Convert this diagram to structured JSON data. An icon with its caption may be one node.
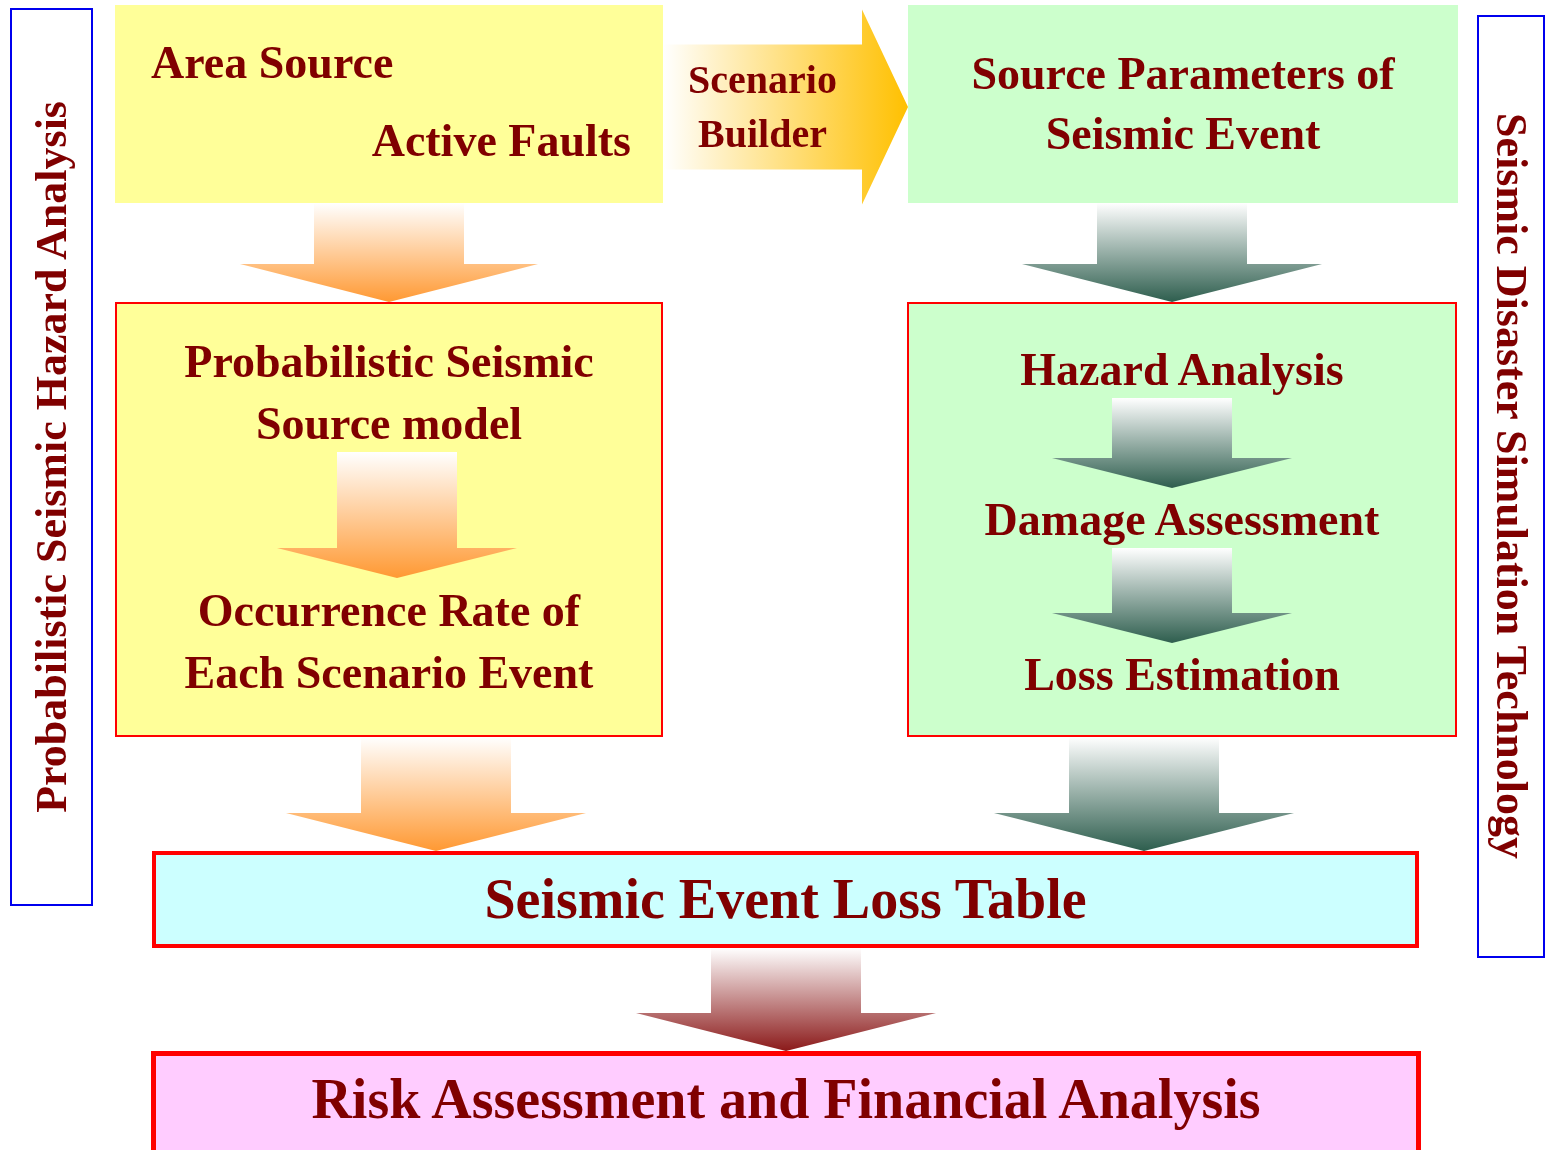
{
  "diagram": {
    "nodes": [
      {
        "text": [
          "Probabilistic Seismic Hazard Analysis"
        ]
      },
      {
        "text": [
          "Area Source",
          "Active Faults"
        ]
      },
      {
        "text": [
          "Source Parameters of Seismic Event"
        ]
      },
      {
        "text": [
          "Seismic Disaster Simulation Technology"
        ]
      },
      {
        "text": [],
        "shape": "box"
      },
      {
        "text": [
          "Probabilistic Seismic Source model"
        ],
        "in": 4
      },
      {
        "text": [
          "Occurrence Rate of Each Scenario Event"
        ],
        "in": 4
      },
      {
        "text": [],
        "shape": "box"
      },
      {
        "text": [
          "Hazard Analysis"
        ],
        "in": 7
      },
      {
        "text": [
          "Damage Assessment"
        ],
        "in": 7
      },
      {
        "text": [
          "Loss Estimation"
        ],
        "in": 7
      },
      {
        "text": [
          "Seismic Event Loss Table"
        ]
      },
      {
        "text": [
          "Risk Assessment and Financial Analysis"
        ]
      }
    ],
    "edges": [
      {
        "from": 1,
        "to": 2,
        "arrow": "to",
        "label": "Scenario Builder",
        "color": "#ffc000"
      },
      {
        "from": 1,
        "to": 4,
        "arrow": "to",
        "color": "#ff9933"
      },
      {
        "from": 2,
        "to": 7,
        "arrow": "to"
      },
      {
        "from": 5,
        "to": 6,
        "arrow": "to",
        "color": "#ff9933"
      },
      {
        "from": 8,
        "to": 9,
        "arrow": "to"
      },
      {
        "from": 9,
        "to": 10,
        "arrow": "to"
      },
      {
        "from": 4,
        "to": 11,
        "arrow": "to",
        "color": "#ff9933"
      },
      {
        "from": 7,
        "to": 11,
        "arrow": "to"
      },
      {
        "from": 11,
        "to": 12,
        "arrow": "to",
        "color": "#8b1a1a"
      }
    ]
  }
}
